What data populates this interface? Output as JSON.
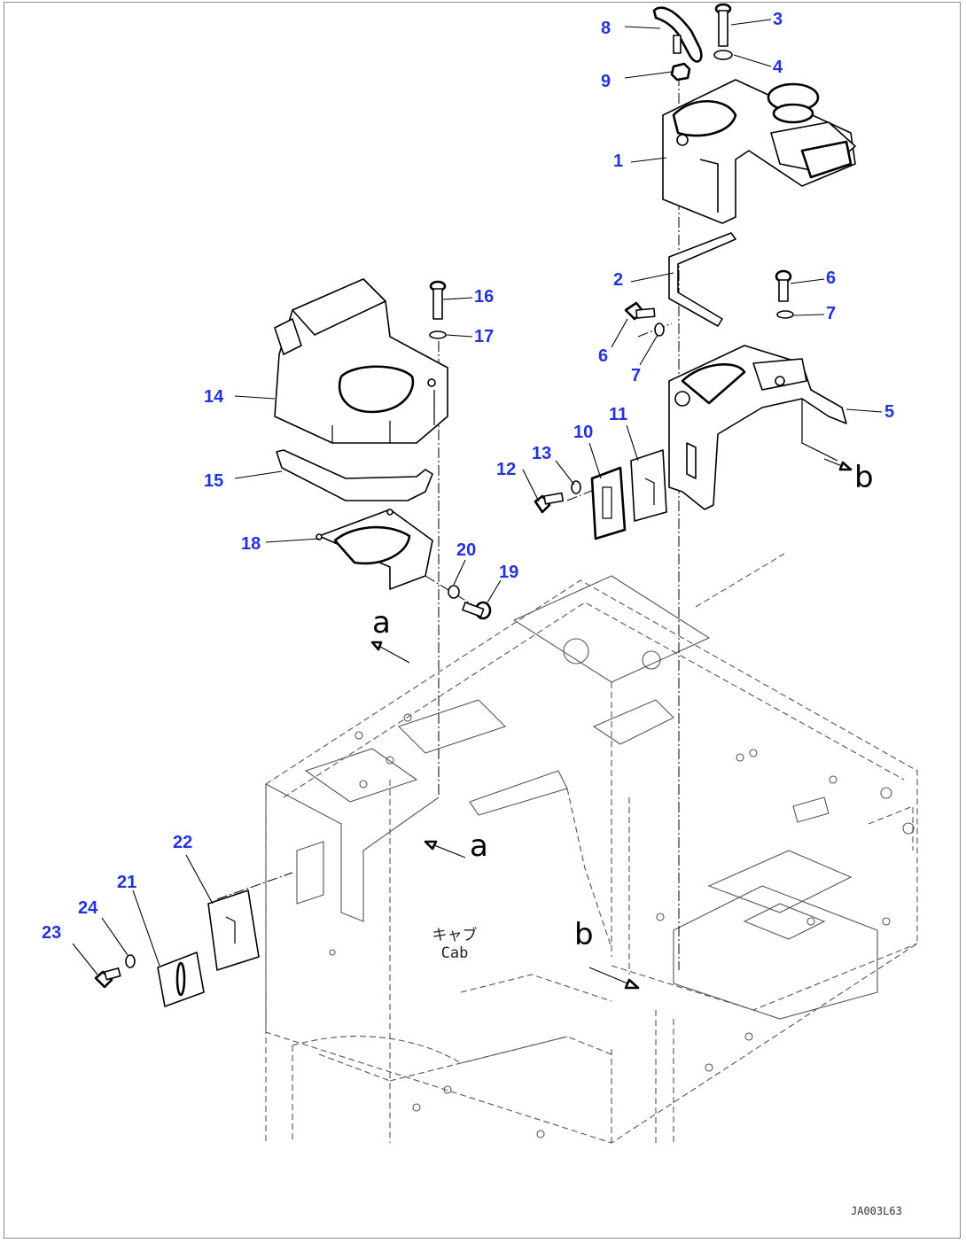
{
  "callouts": [
    {
      "id": "c1",
      "text": "1"
    },
    {
      "id": "c2",
      "text": "2"
    },
    {
      "id": "c3",
      "text": "3"
    },
    {
      "id": "c4",
      "text": "4"
    },
    {
      "id": "c5",
      "text": "5"
    },
    {
      "id": "c6a",
      "text": "6"
    },
    {
      "id": "c6b",
      "text": "6"
    },
    {
      "id": "c7a",
      "text": "7"
    },
    {
      "id": "c7b",
      "text": "7"
    },
    {
      "id": "c8",
      "text": "8"
    },
    {
      "id": "c9",
      "text": "9"
    },
    {
      "id": "c10",
      "text": "10"
    },
    {
      "id": "c11",
      "text": "11"
    },
    {
      "id": "c12",
      "text": "12"
    },
    {
      "id": "c13",
      "text": "13"
    },
    {
      "id": "c14",
      "text": "14"
    },
    {
      "id": "c15",
      "text": "15"
    },
    {
      "id": "c16",
      "text": "16"
    },
    {
      "id": "c17",
      "text": "17"
    },
    {
      "id": "c18",
      "text": "18"
    },
    {
      "id": "c19",
      "text": "19"
    },
    {
      "id": "c20",
      "text": "20"
    },
    {
      "id": "c21",
      "text": "21"
    },
    {
      "id": "c22",
      "text": "22"
    },
    {
      "id": "c23",
      "text": "23"
    },
    {
      "id": "c24",
      "text": "24"
    }
  ],
  "references": {
    "a_upper": "a",
    "a_lower": "a",
    "b_upper": "b",
    "b_lower": "b"
  },
  "cab_label": {
    "jp": "キャブ",
    "en": "Cab"
  },
  "drawing_code": "JA003L63",
  "colors": {
    "callout": "#2233dd",
    "line": "#000000",
    "frame": "#8a8a8a"
  }
}
